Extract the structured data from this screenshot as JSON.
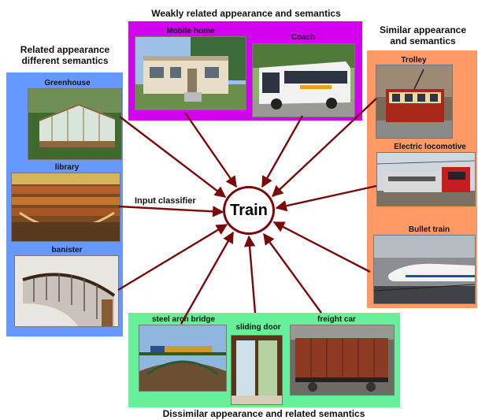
{
  "center": {
    "label": "Train"
  },
  "classifier_label": "Input classifier",
  "groups": {
    "weakly_related": {
      "title": "Weakly related appearance and semantics",
      "color": "#d400f0",
      "items": [
        {
          "label": "Mobile home"
        },
        {
          "label": "Coach"
        }
      ]
    },
    "similar": {
      "title_line1": "Similar appearance",
      "title_line2": "and semantics",
      "color": "#ff9966",
      "items": [
        {
          "label": "Trolley"
        },
        {
          "label": "Electric locomotive"
        },
        {
          "label": "Bullet train"
        }
      ]
    },
    "related_appearance": {
      "title_line1": "Related appearance",
      "title_line2": "different semantics",
      "color": "#6699ff",
      "items": [
        {
          "label": "Greenhouse"
        },
        {
          "label": "library"
        },
        {
          "label": "banister"
        }
      ]
    },
    "dissimilar": {
      "title": "Dissimilar appearance and related semantics",
      "color": "#66f099",
      "items": [
        {
          "label": "steel arch bridge"
        },
        {
          "label": "sliding door"
        },
        {
          "label": "freight car"
        }
      ]
    }
  },
  "arrow_color": "#7a0a0a"
}
